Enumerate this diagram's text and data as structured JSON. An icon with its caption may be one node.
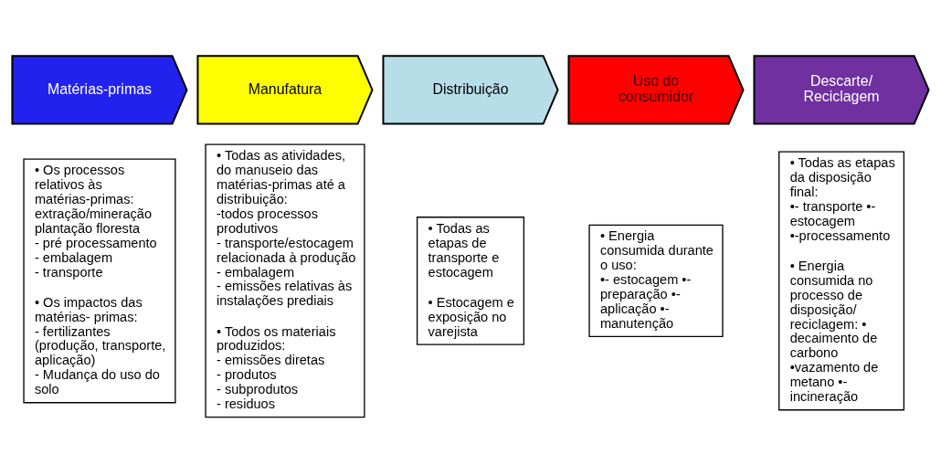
{
  "diagram": {
    "nodes": [
      {
        "text": [
          "Matérias-primas"
        ]
      },
      {
        "text": [
          "Manufatura"
        ]
      },
      {
        "text": [
          "Distribuição"
        ]
      },
      {
        "text": [
          "Uso do consumidor"
        ]
      },
      {
        "text": [
          "Descarte/ Reciclagem"
        ]
      },
      {
        "text": [
          "• Os processos relativos às matérias-primas: extração/mineração plantação floresta - pré processamento - embalagem - transporte",
          "• Os impactos das matérias- primas: - fertilizantes (produção, transporte, aplicação) - Mudança do uso do solo"
        ]
      },
      {
        "text": [
          "• Todas as atividades, do manuseio das matérias-primas até a distribuição: -todos processos produtivos - transporte/estocagem relacionada à produção - embalagem - emissões relativas às instalações prediais",
          "• Todos os materiais produzidos: - emissões diretas - produtos - subprodutos - residuos"
        ]
      },
      {
        "text": [
          "• Todas as etapas de transporte e estocagem",
          "• Estocagem e exposição no varejista"
        ]
      },
      {
        "text": [
          "• Energia consumida durante o uso: •- estocagem •- preparação •- aplicação •- manutenção"
        ]
      },
      {
        "text": [
          "• Todas as etapas da disposição final: •- transporte •- estocagem •-processamento",
          "• Energia consumida no processo de disposição/ reciclagem: • decaimento de carbono •vazamento de metano •- incineração"
        ]
      }
    ]
  }
}
